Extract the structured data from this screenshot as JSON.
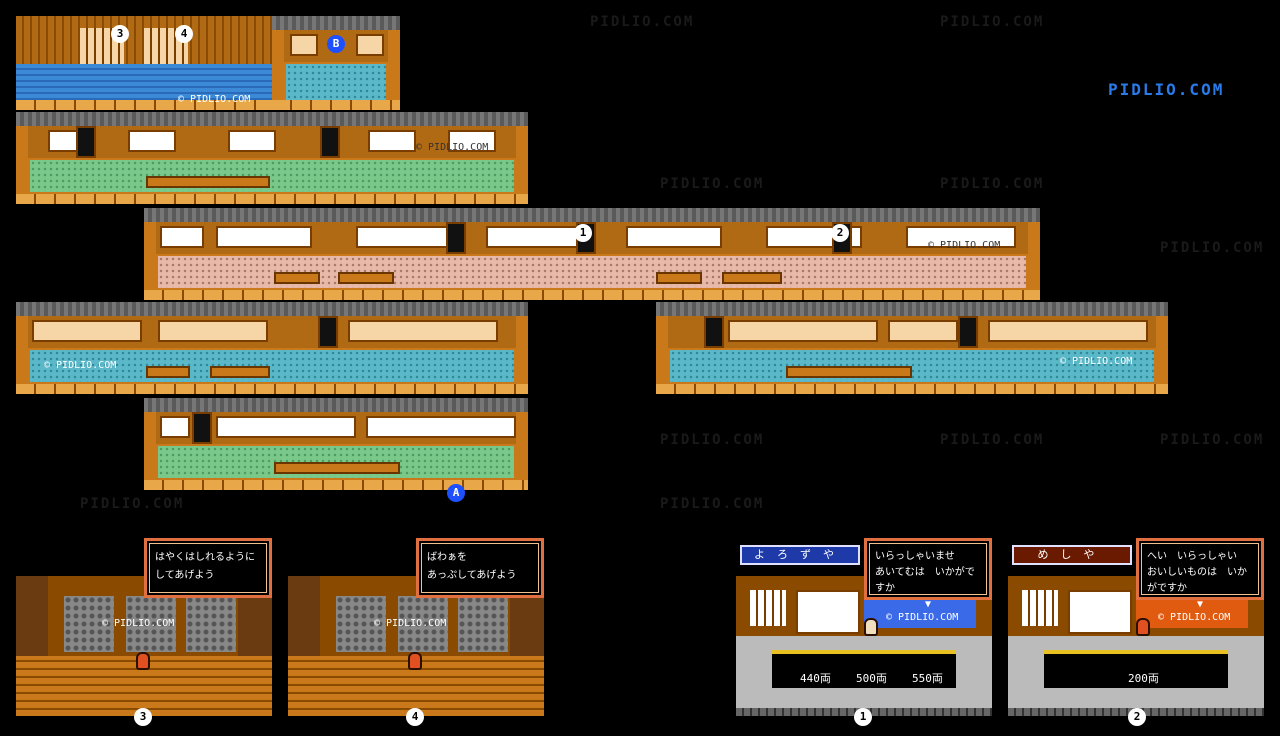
{
  "brand": "PIDLIO.COM",
  "watermark": "PIDLIO.COM",
  "copyright": "© PIDLIO.COM",
  "markers": {
    "m1": "1",
    "m2": "2",
    "m3": "3",
    "m4": "4",
    "mA": "A",
    "mB": "B"
  },
  "dialogs": {
    "scene3": [
      "はやくはしれるように",
      "してあげよう"
    ],
    "scene4": [
      "ばわぁを",
      "あっぷしてあげよう"
    ],
    "shop1": [
      "いらっしゃいませ",
      "あいてむは　いかがですか",
      "▼"
    ],
    "shop2": [
      "へい　いらっしゃい",
      "おいしいものは　いかがですか",
      "▼"
    ]
  },
  "shop1": {
    "title": "よろずや",
    "prices": [
      "440両",
      "500両",
      "550両"
    ]
  },
  "shop2": {
    "title": "めしや",
    "prices": [
      "200両"
    ]
  },
  "colors": {
    "wood": "#c9781a",
    "marker_blue": "#1e50ff",
    "brand_blue": "#2a7ae8"
  }
}
